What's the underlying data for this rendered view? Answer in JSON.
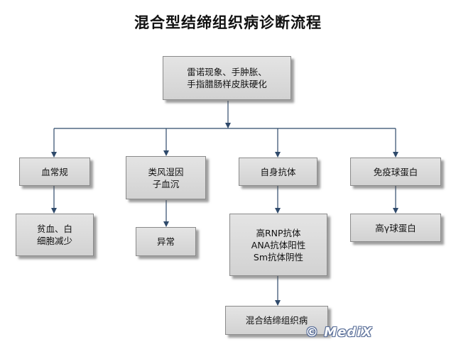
{
  "title": "混合型结缔组织病诊断流程",
  "nodes": {
    "root": "雷诺现象、手肿胀、\n手指腊肠样皮肤硬化",
    "blood_routine": "血常规",
    "anemia": "贫血、白\n细胞减少",
    "rheumatoid": "类风湿因\n子血沉",
    "abnormal": "异常",
    "autoantibody": "自身抗体",
    "antibody_result": "高RNP抗体\n ANA抗体阳性\nSm抗体阴性",
    "mctd": "混合结缔组织病",
    "immunoglobulin": "免疫球蛋白",
    "high_gamma": "高γ球蛋白"
  },
  "watermark": "© MediX",
  "colors": {
    "line": "#2f4a6b",
    "box_fill": "#dcdcdc",
    "box_border": "#8a8a8a"
  }
}
